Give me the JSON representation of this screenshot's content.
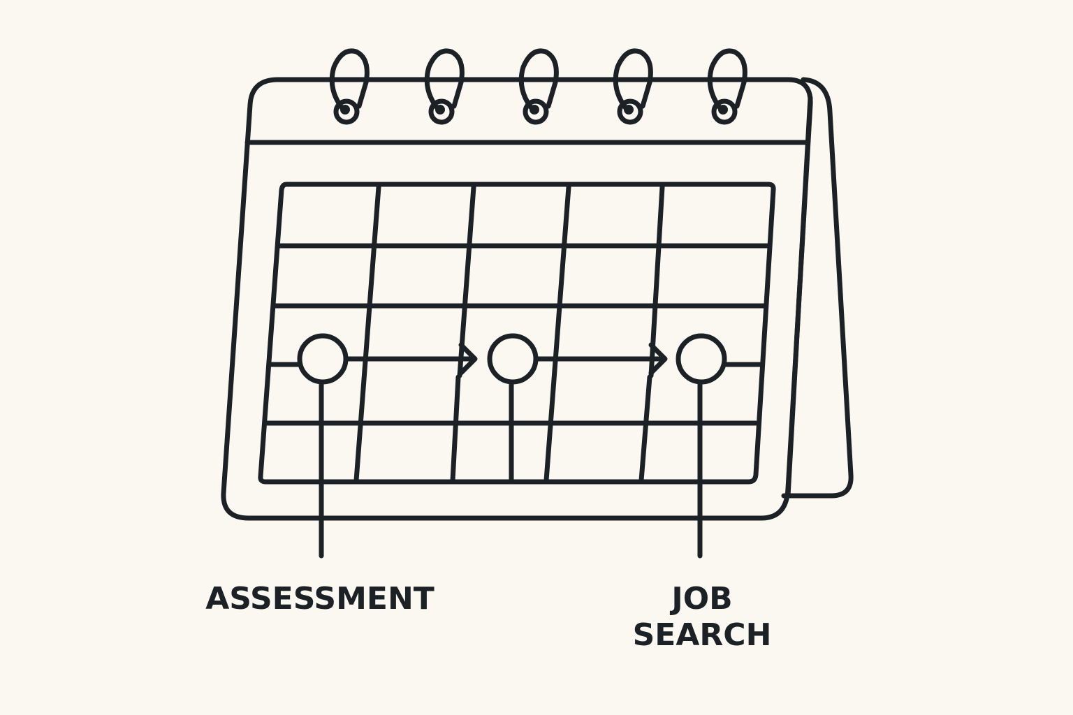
{
  "colors": {
    "background": "#fbf7f1",
    "stroke": "#1c2126"
  },
  "icons": {
    "calendar": "desk-calendar-icon",
    "rings": "spiral-ring-icon",
    "milestone": "circle-node-icon",
    "arrow": "arrow-right-icon"
  },
  "milestones": [
    {
      "label": "ASSESSMENT"
    },
    {
      "label": ""
    },
    {
      "label_line1": "JOB",
      "label_line2": "SEARCH"
    }
  ]
}
